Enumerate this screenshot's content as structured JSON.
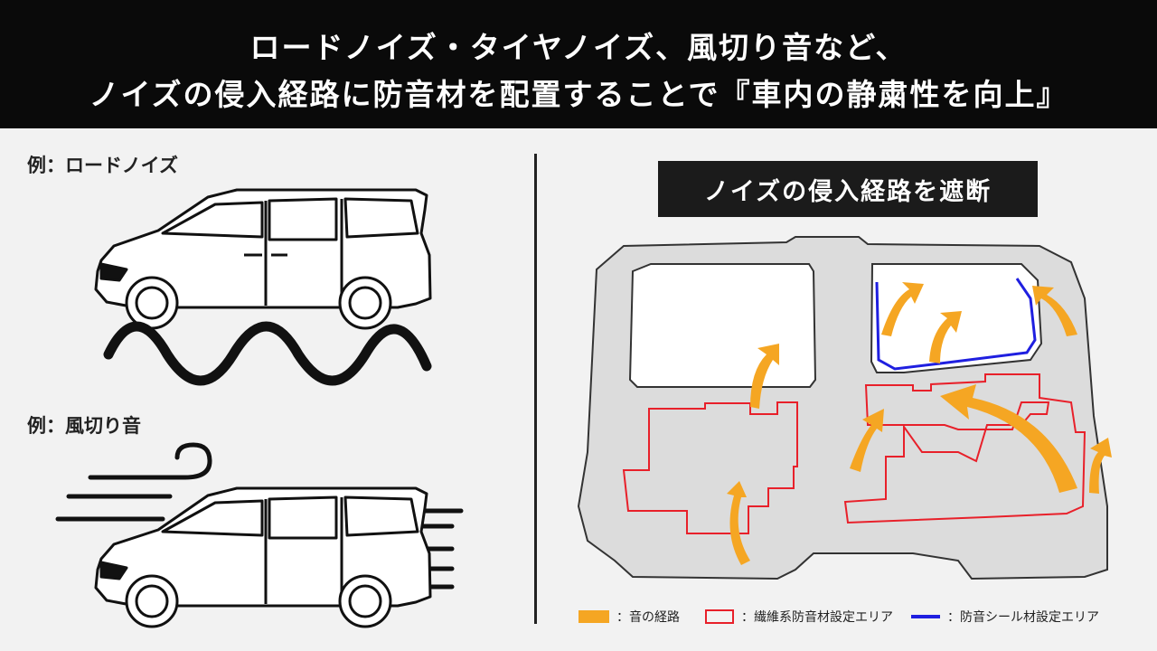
{
  "header": {
    "line1": "ロードノイズ・タイヤノイズ、風切り音など、",
    "line2": "ノイズの侵入経路に防音材を配置することで『車内の静粛性を向上』"
  },
  "examples": {
    "road_noise": "例：ロードノイズ",
    "wind_noise": "例：風切り音"
  },
  "route_title": "ノイズの侵入経路を遮断",
  "legend": {
    "orange": "：音の経路",
    "red": "：繊維系防音材設定エリア",
    "blue": "：防音シール材設定エリア"
  },
  "colors": {
    "header_bg": "#0a0a0a",
    "arrow": "#f5a623",
    "fiber_area": "#e8202a",
    "seal_area": "#1f1fe0",
    "panel_fill": "#dcdcdc"
  },
  "icons": [
    "minivan-illustration",
    "wave-line-icon",
    "wind-lines-icon",
    "orange-arrow-icon"
  ]
}
